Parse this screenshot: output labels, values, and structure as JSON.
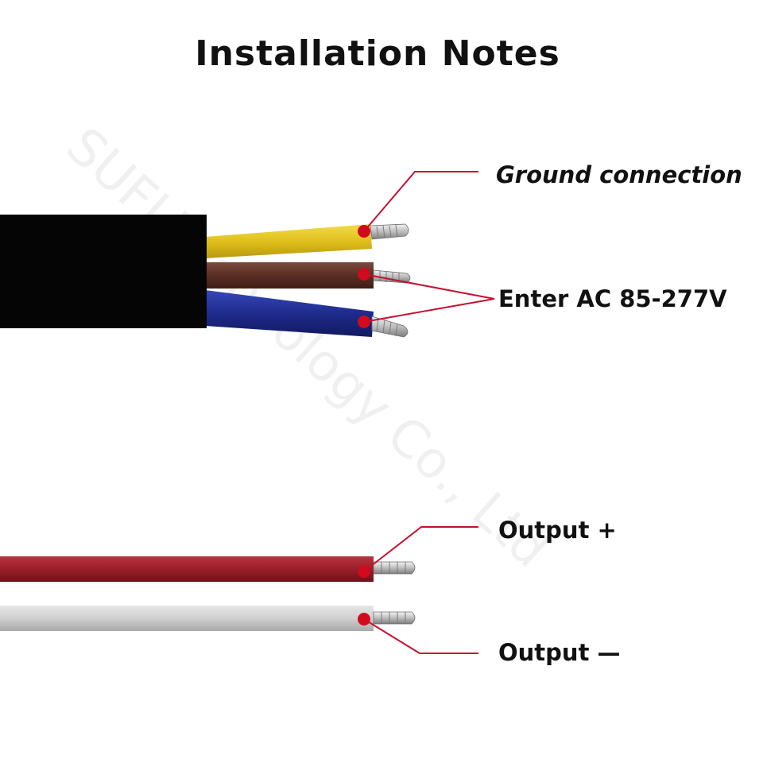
{
  "title": "Installation Notes",
  "watermark": "SUFI Technology Co., Ltd",
  "labels": {
    "ground": "Ground connection",
    "input": "Enter AC 85-277V",
    "output_plus": "Output +",
    "output_minus": "Output —"
  },
  "wires": {
    "jacket": "#050505",
    "ground": "#e2c21c",
    "live": "#5a2e24",
    "neutral": "#1e2a8c",
    "output_plus": "#9a1f2a",
    "output_minus": "#cfcfcf",
    "copper": "#c9c9c9",
    "indicator": "#d10a1e"
  }
}
